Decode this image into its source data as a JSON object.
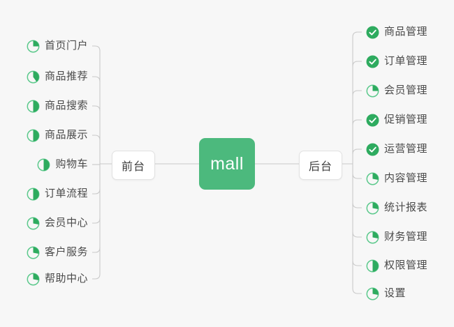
{
  "theme": {
    "background": "#f7f7f7",
    "accent_green": "#4cb97d",
    "icon_green": "#2eab5f",
    "icon_ring": "#5cc98c",
    "text": "#4a4a4a",
    "line": "#c9c9c9",
    "pill_bg": "#ffffff",
    "pill_border": "#e2e2e2"
  },
  "root": {
    "label": "mall"
  },
  "branches": [
    {
      "id": "frontend",
      "label": "前台",
      "side": "left",
      "items": [
        {
          "label": "首页门户",
          "icon": "pie-progress-icon",
          "progress": 25
        },
        {
          "label": "商品推荐",
          "icon": "pie-progress-icon",
          "progress": 40
        },
        {
          "label": "商品搜索",
          "icon": "pie-progress-icon",
          "progress": 50
        },
        {
          "label": "商品展示",
          "icon": "pie-progress-icon",
          "progress": 50
        },
        {
          "label": "购物车",
          "icon": "pie-progress-icon",
          "progress": 50
        },
        {
          "label": "订单流程",
          "icon": "pie-progress-icon",
          "progress": 50
        },
        {
          "label": "会员中心",
          "icon": "pie-progress-icon",
          "progress": 28
        },
        {
          "label": "客户服务",
          "icon": "pie-progress-icon",
          "progress": 28
        },
        {
          "label": "帮助中心",
          "icon": "pie-progress-icon",
          "progress": 28
        }
      ]
    },
    {
      "id": "backend",
      "label": "后台",
      "side": "right",
      "items": [
        {
          "label": "商品管理",
          "icon": "check-circle-icon",
          "progress": 100
        },
        {
          "label": "订单管理",
          "icon": "check-circle-icon",
          "progress": 100
        },
        {
          "label": "会员管理",
          "icon": "pie-progress-icon",
          "progress": 25
        },
        {
          "label": "促销管理",
          "icon": "check-circle-icon",
          "progress": 100
        },
        {
          "label": "运营管理",
          "icon": "check-circle-icon",
          "progress": 100
        },
        {
          "label": "内容管理",
          "icon": "pie-progress-icon",
          "progress": 28
        },
        {
          "label": "统计报表",
          "icon": "pie-progress-icon",
          "progress": 28
        },
        {
          "label": "财务管理",
          "icon": "pie-progress-icon",
          "progress": 28
        },
        {
          "label": "权限管理",
          "icon": "pie-progress-icon",
          "progress": 50
        },
        {
          "label": "设置",
          "icon": "pie-progress-icon",
          "progress": 28
        }
      ]
    }
  ]
}
